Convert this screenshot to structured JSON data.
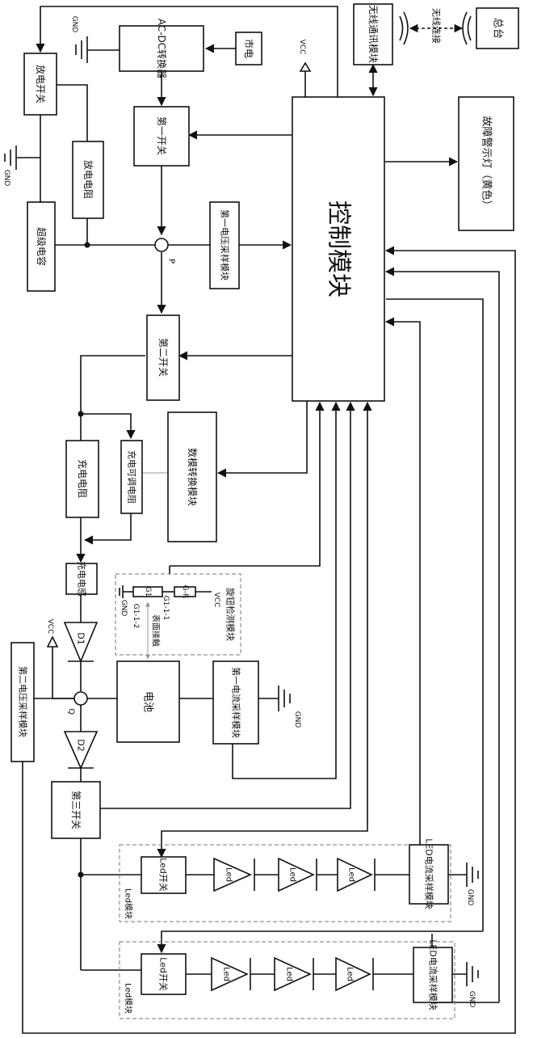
{
  "blocks": {
    "control": "控制模块",
    "wireless": "无线通讯模块",
    "master": "总台",
    "wireless_link": "无线连接",
    "fault_lamp": "故障警示灯（黄色）",
    "ac_dc": "AC-DC转换器",
    "mains": "市电",
    "switch1": "第一开关",
    "switch2": "第二开关",
    "switch3": "第三开关",
    "discharge_switch": "放电开关",
    "discharge_resistor": "放电电阻",
    "supercap": "超级电容",
    "v_sample1": "第一电压采样模块",
    "v_sample2": "第二电压采样模块",
    "dac": "数模转换模块",
    "charge_resistor": "充电电阻",
    "charge_adj_resistor": "充电可调电阻",
    "charge_inductor": "充电电感",
    "battery": "电池",
    "i_sample1": "第一电流采样模块",
    "rot_detect": "旋钮检测模块",
    "surface_contact": "表面接触",
    "led_switch": "Led开关",
    "led": "Led",
    "led_current_sample": "LED电流采样模块",
    "led_module": "Led模块"
  },
  "labels": {
    "gnd": "GND",
    "vcc": "VCC",
    "node_p": "P",
    "node_q": "Q",
    "d1": "D1",
    "d2": "D2",
    "g1": "G1",
    "gr": "G-R",
    "g1_1_1": "G1-1-1",
    "g1_1_2": "G1-1-2"
  }
}
